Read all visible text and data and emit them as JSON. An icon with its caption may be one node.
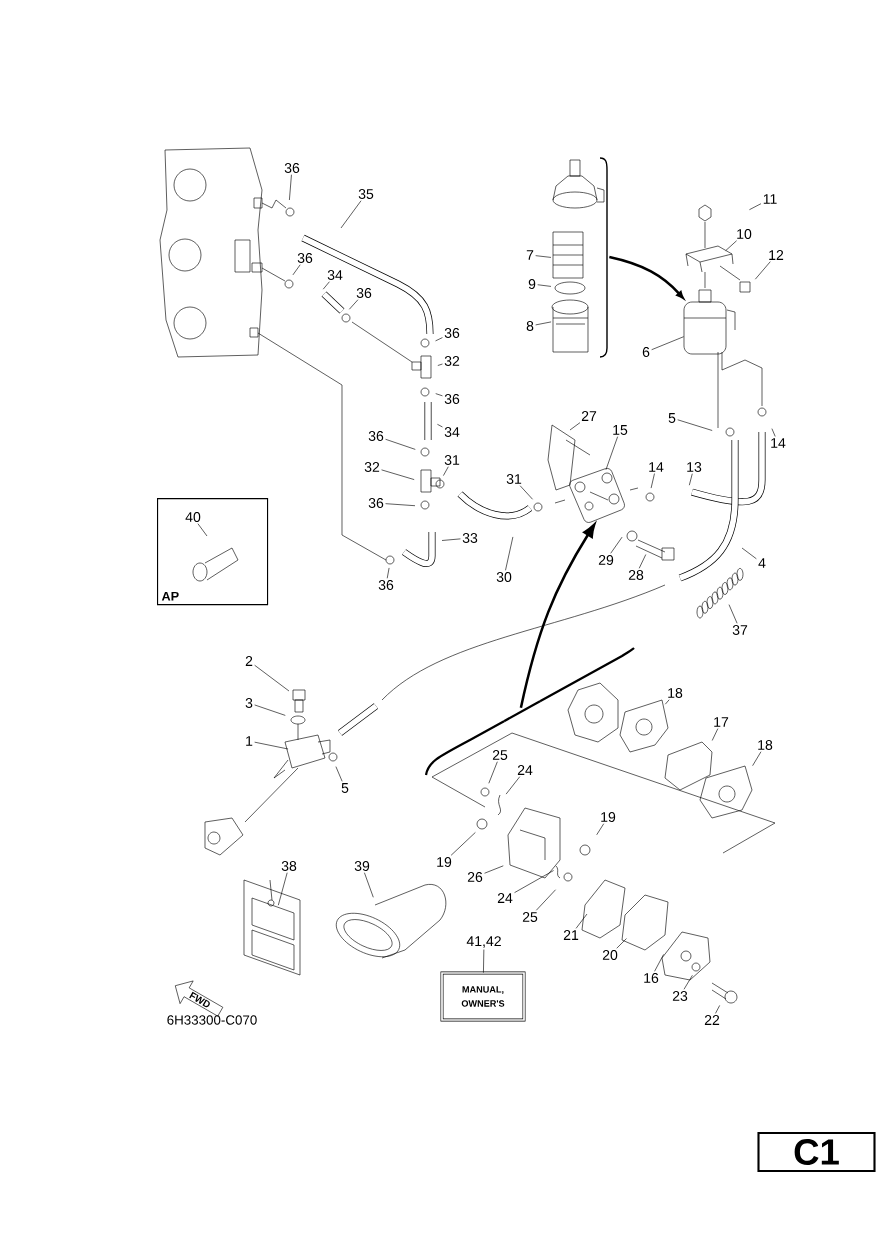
{
  "diagram": {
    "nodes": [
      {
        "text": [
          "36"
        ]
      },
      {
        "text": [
          "35"
        ]
      },
      {
        "text": [],
        "shape": "picture"
      },
      {
        "text": [
          "11"
        ]
      },
      {
        "text": [
          "7"
        ]
      },
      {
        "text": [
          "10"
        ]
      },
      {
        "text": [
          "12"
        ]
      },
      {
        "text": [
          "36"
        ]
      },
      {
        "text": [
          "34"
        ]
      },
      {
        "text": [
          "36"
        ]
      },
      {
        "text": [
          "9"
        ]
      },
      {
        "text": [
          "8"
        ]
      },
      {
        "text": [
          "36"
        ]
      },
      {
        "text": [
          "6"
        ]
      },
      {
        "text": [],
        "shape": "picture"
      },
      {
        "text": [
          "32"
        ]
      },
      {
        "text": [
          "36"
        ]
      },
      {
        "text": [
          "27"
        ]
      },
      {
        "text": [
          "5"
        ]
      },
      {
        "text": [
          "34"
        ]
      },
      {
        "text": [
          "36"
        ]
      },
      {
        "text": [
          "15"
        ]
      },
      {
        "text": [
          "14"
        ]
      },
      {
        "text": [],
        "shape": "picture"
      },
      {
        "text": [
          "13"
        ]
      },
      {
        "text": [
          "14"
        ]
      },
      {
        "text": [
          "32"
        ]
      },
      {
        "text": [
          "31"
        ]
      },
      {
        "text": [
          "31"
        ]
      },
      {
        "text": [
          "36"
        ]
      },
      {
        "text": [
          "AP"
        ]
      },
      {
        "text": [
          "40"
        ],
        "in": 30
      },
      {
        "text": [
          "33"
        ]
      },
      {
        "text": [
          "30"
        ]
      },
      {
        "text": [
          "29"
        ]
      },
      {
        "text": [
          "28"
        ]
      },
      {
        "text": [
          "4"
        ]
      },
      {
        "text": [
          "36"
        ]
      },
      {
        "text": [
          "37"
        ]
      },
      {
        "text": [
          "2"
        ]
      },
      {
        "text": [],
        "shape": "picture"
      },
      {
        "text": [
          "18"
        ]
      },
      {
        "text": [
          "3"
        ]
      },
      {
        "text": [
          "17"
        ]
      },
      {
        "text": [
          "1"
        ]
      },
      {
        "text": [
          "5"
        ]
      },
      {
        "text": [
          "18"
        ]
      },
      {
        "text": [
          "25"
        ]
      },
      {
        "text": [
          "24"
        ]
      },
      {
        "text": [
          "19"
        ]
      },
      {
        "text": [
          "19"
        ]
      },
      {
        "text": [
          "26"
        ]
      },
      {
        "text": [
          "24"
        ]
      },
      {
        "text": [
          "38"
        ]
      },
      {
        "text": [
          "39"
        ]
      },
      {
        "text": [
          "25"
        ]
      },
      {
        "text": [
          "21"
        ]
      },
      {
        "text": [
          "41,42"
        ]
      },
      {
        "text": [
          "20"
        ]
      },
      {
        "text": [
          "FWD"
        ]
      },
      {
        "text": [
          "16"
        ]
      },
      {
        "text": [
          "MANUAL, OWNER'S"
        ]
      },
      {
        "text": [
          "23"
        ]
      },
      {
        "text": [
          "22"
        ]
      },
      {
        "text": [
          "C1"
        ]
      }
    ],
    "edges": [
      {
        "from": 0,
        "to": null,
        "arrow": "none"
      },
      {
        "from": 1,
        "to": null,
        "arrow": "none"
      },
      {
        "from": 3,
        "to": null,
        "arrow": "none"
      },
      {
        "from": 4,
        "to": null,
        "arrow": "none"
      },
      {
        "from": 5,
        "to": null,
        "arrow": "none"
      },
      {
        "from": 6,
        "to": null,
        "arrow": "none"
      },
      {
        "from": 7,
        "to": null,
        "arrow": "none"
      },
      {
        "from": 8,
        "to": null,
        "arrow": "none"
      },
      {
        "from": 9,
        "to": null,
        "arrow": "none"
      },
      {
        "from": 10,
        "to": null,
        "arrow": "none"
      },
      {
        "from": 11,
        "to": null,
        "arrow": "none"
      },
      {
        "from": 12,
        "to": null,
        "arrow": "none"
      },
      {
        "from": 13,
        "to": 14,
        "arrow": "none"
      },
      {
        "from": 15,
        "to": null,
        "arrow": "none"
      },
      {
        "from": 16,
        "to": null,
        "arrow": "none"
      },
      {
        "from": 17,
        "to": null,
        "arrow": "none"
      },
      {
        "from": 18,
        "to": null,
        "arrow": "none"
      },
      {
        "from": 19,
        "to": null,
        "arrow": "none"
      },
      {
        "from": 20,
        "to": null,
        "arrow": "none"
      },
      {
        "from": 21,
        "to": 23,
        "arrow": "none"
      },
      {
        "from": 22,
        "to": null,
        "arrow": "none"
      },
      {
        "from": 24,
        "to": null,
        "arrow": "none"
      },
      {
        "from": 25,
        "to": null,
        "arrow": "none"
      },
      {
        "from": 26,
        "to": null,
        "arrow": "none"
      },
      {
        "from": 27,
        "to": null,
        "arrow": "none"
      },
      {
        "from": 28,
        "to": null,
        "arrow": "none"
      },
      {
        "from": 29,
        "to": null,
        "arrow": "none"
      },
      {
        "from": 31,
        "to": null,
        "arrow": "none"
      },
      {
        "from": 32,
        "to": null,
        "arrow": "none"
      },
      {
        "from": 33,
        "to": null,
        "arrow": "none"
      },
      {
        "from": 34,
        "to": null,
        "arrow": "none"
      },
      {
        "from": 35,
        "to": null,
        "arrow": "none"
      },
      {
        "from": 36,
        "to": null,
        "arrow": "none"
      },
      {
        "from": 37,
        "to": null,
        "arrow": "none"
      },
      {
        "from": 38,
        "to": null,
        "arrow": "none"
      },
      {
        "from": 39,
        "to": null,
        "arrow": "none"
      },
      {
        "from": 41,
        "to": null,
        "arrow": "none"
      },
      {
        "from": 42,
        "to": null,
        "arrow": "none"
      },
      {
        "from": 43,
        "to": null,
        "arrow": "none"
      },
      {
        "from": 44,
        "to": null,
        "arrow": "none"
      },
      {
        "from": 45,
        "to": null,
        "arrow": "none"
      },
      {
        "from": 46,
        "to": null,
        "arrow": "none"
      },
      {
        "from": 47,
        "to": null,
        "arrow": "none"
      },
      {
        "from": 48,
        "to": null,
        "arrow": "none"
      },
      {
        "from": 49,
        "to": null,
        "arrow": "none"
      },
      {
        "from": 50,
        "to": null,
        "arrow": "none"
      },
      {
        "from": 51,
        "to": null,
        "arrow": "none"
      },
      {
        "from": 52,
        "to": null,
        "arrow": "none"
      },
      {
        "from": 53,
        "to": null,
        "arrow": "none"
      },
      {
        "from": 54,
        "to": null,
        "arrow": "none"
      },
      {
        "from": 55,
        "to": null,
        "arrow": "none"
      },
      {
        "from": 56,
        "to": null,
        "arrow": "none"
      },
      {
        "from": 57,
        "to": 61,
        "arrow": "none"
      },
      {
        "from": 58,
        "to": null,
        "arrow": "none"
      },
      {
        "from": 60,
        "to": null,
        "arrow": "none"
      },
      {
        "from": 62,
        "to": null,
        "arrow": "none"
      },
      {
        "from": 63,
        "to": null,
        "arrow": "none"
      },
      {
        "from": 2,
        "to": 14,
        "arrow": "to",
        "style": "thick"
      },
      {
        "from": 40,
        "to": 23,
        "arrow": "to",
        "style": "thick"
      }
    ],
    "labels": [
      "6H33300-C070"
    ]
  }
}
